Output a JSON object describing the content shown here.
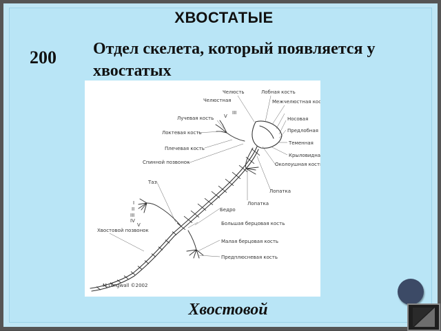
{
  "slide": {
    "topic": "ХВОСТАТЫЕ",
    "points": "200",
    "question": "Отдел скелета, который появляется у хвостатых",
    "answer": "Хвостовой"
  },
  "figure": {
    "labels": {
      "l0": "Челюсть",
      "l1": "Лобная кость",
      "l2": "Челюстная",
      "l3": "Межчелюстная кость",
      "l4": "Носовая",
      "l5": "Лучевая кость",
      "l6": "Предлобная",
      "l7": "Локтевая кость",
      "l8": "Теменная",
      "l9": "Плечевая кость",
      "l10": "Крыловидная",
      "l11": "Спинной позвонок",
      "l12": "Околоушная кость",
      "l13": "Таз",
      "l14": "Лопатка",
      "l15": "Бедро",
      "l16": "Большая берцовая кость",
      "l17": "Хвостовой позвонок",
      "l18": "Малая берцовая кость",
      "l19": "Предплюсневая кость",
      "l20": "Лопатка",
      "n1": "I",
      "n2": "II",
      "n3": "III",
      "n4": "IV",
      "n5": "V",
      "n6": "V",
      "n7": "III",
      "signature": "M.Dingwall ©2002"
    }
  }
}
